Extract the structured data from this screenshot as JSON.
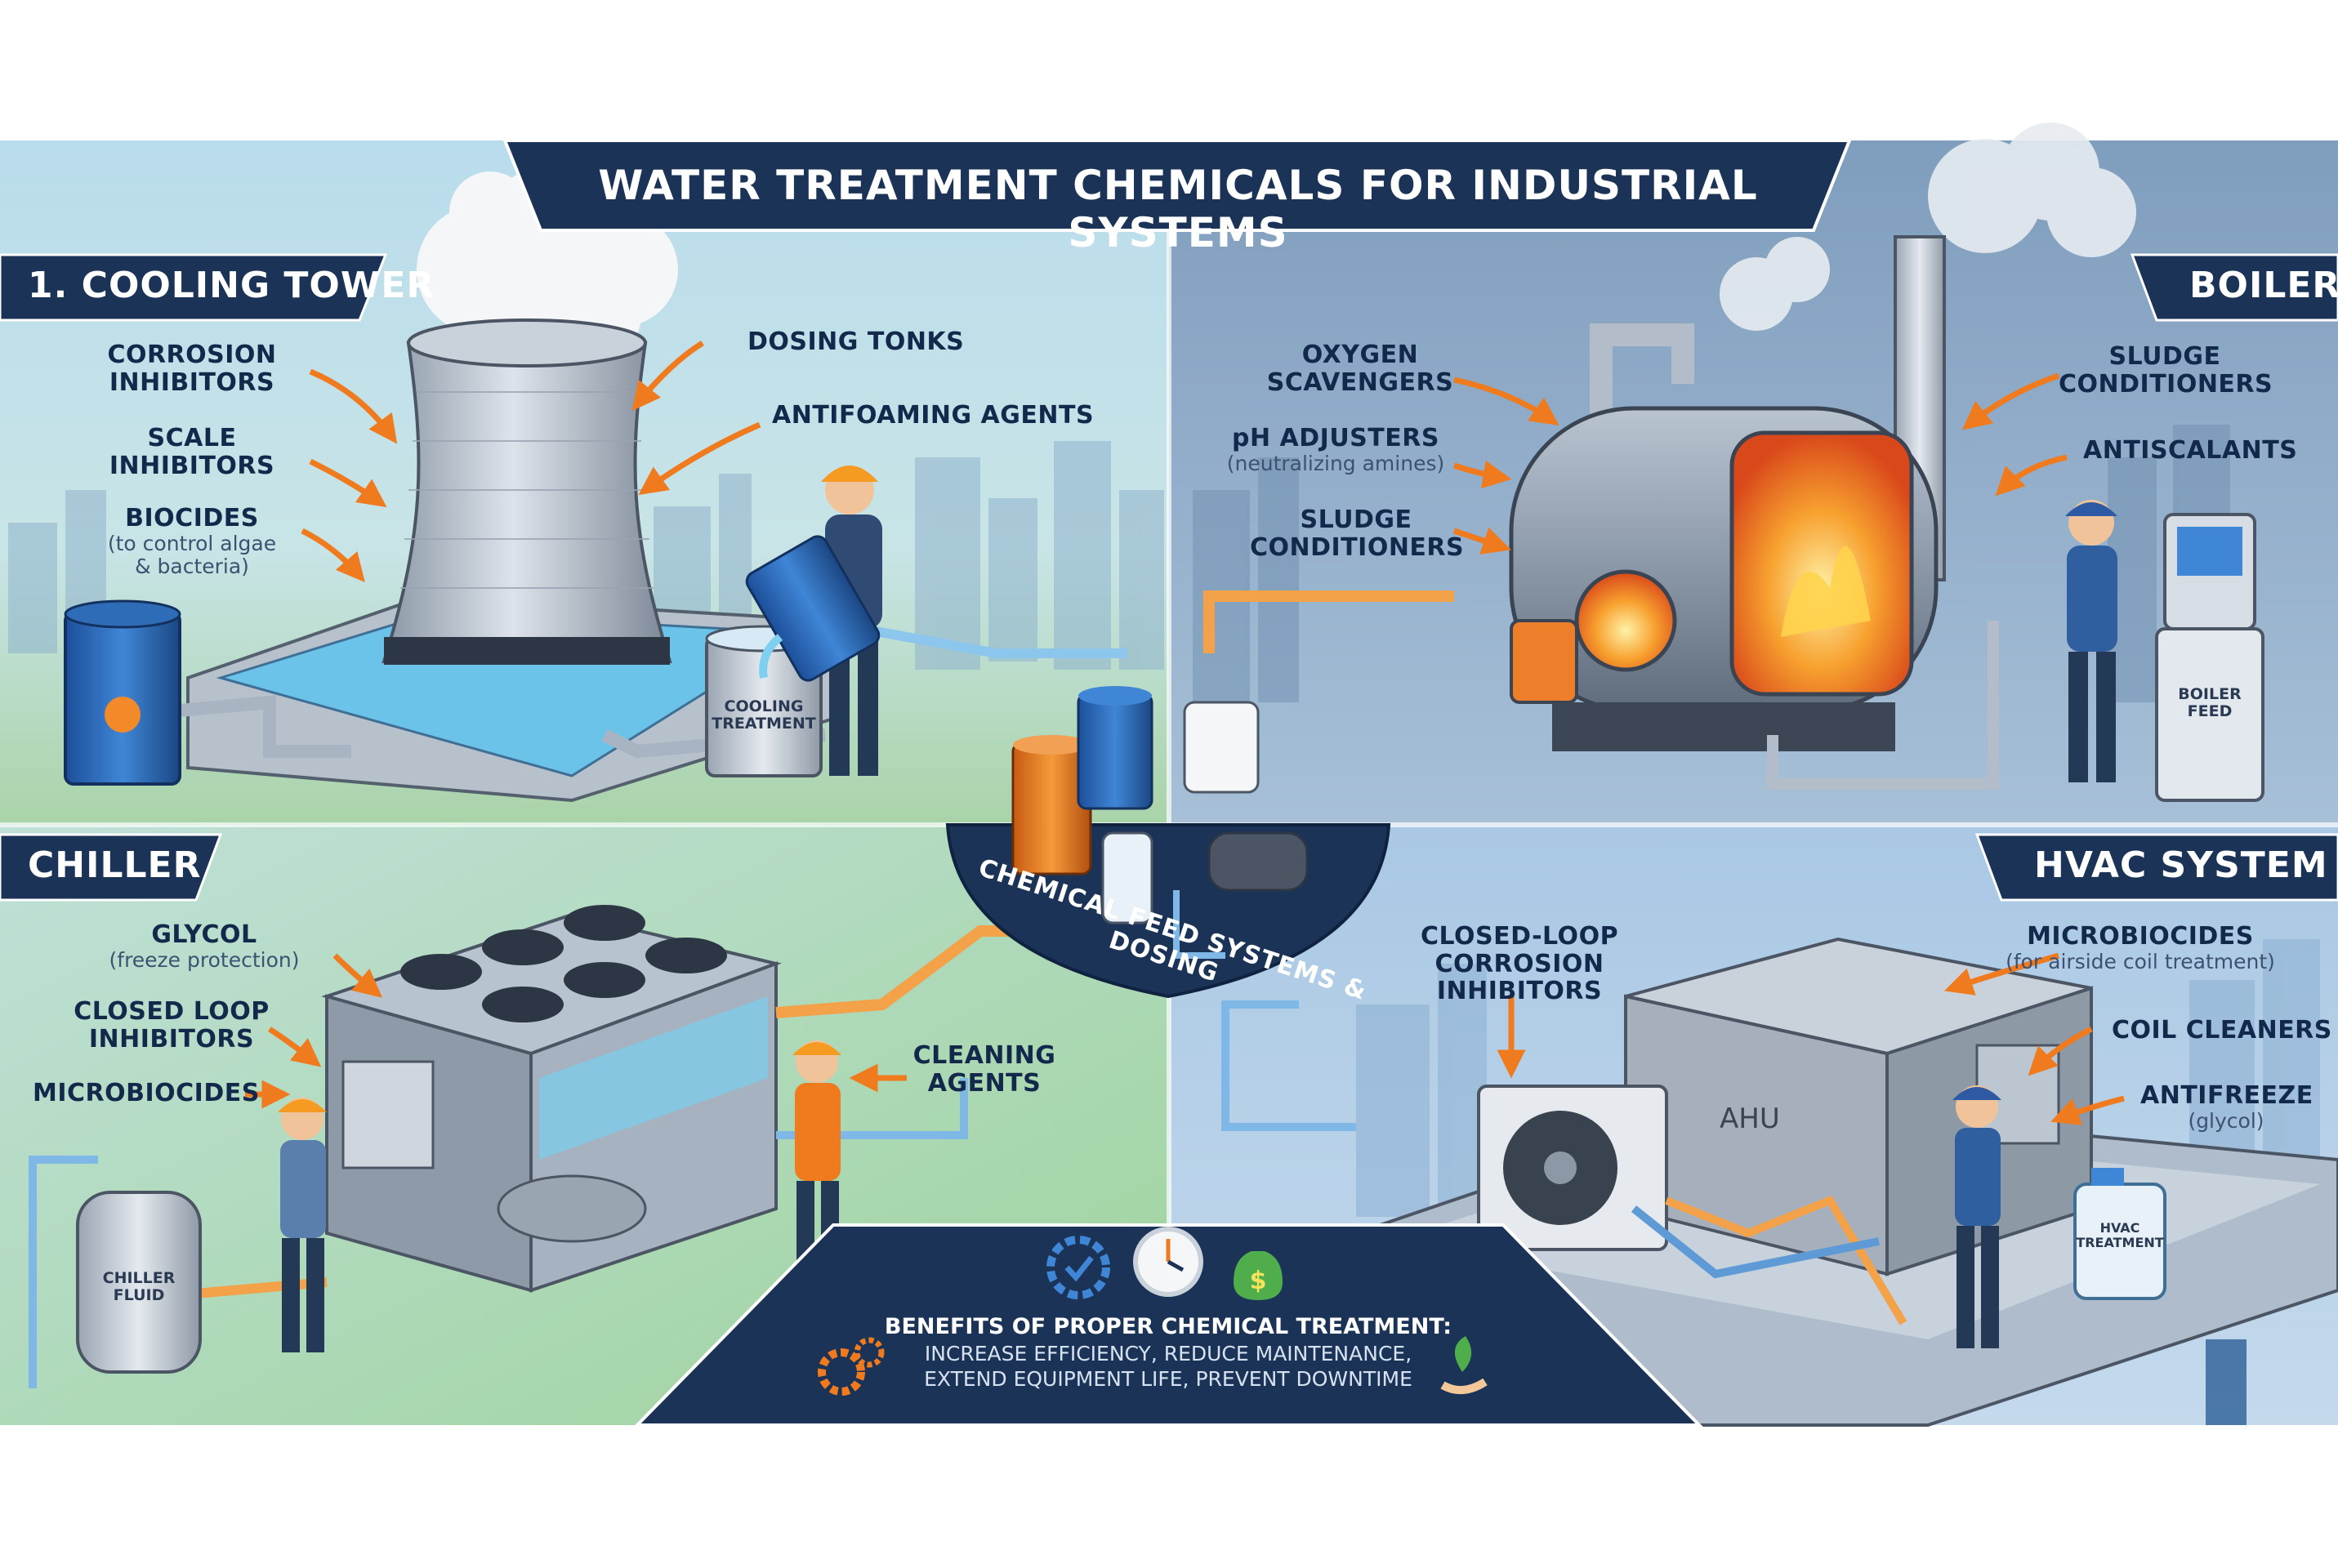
{
  "title": "WATER TREATMENT CHEMICALS FOR INDUSTRIAL SYSTEMS",
  "panels": {
    "cooling_tower": {
      "title": "1. COOLING TOWER",
      "labels": {
        "corrosion": "CORROSION\nINHIBITORS",
        "scale": "SCALE\nINHIBITORS",
        "biocides": "BIOCIDES",
        "biocides_sub": "(to control algae\n& bacteria)",
        "dosing": "DOSING TONKS",
        "antifoam": "ANTIFOAMING AGENTS"
      },
      "drum_text": "COOLING\nTREATMENT"
    },
    "boiler": {
      "title": "BOILER",
      "labels": {
        "oxygen": "OXYGEN\nSCAVENGERS",
        "ph": "pH ADJUSTERS",
        "ph_sub": "(neutralizing amines)",
        "sludge_left": "SLUDGE\nCONDITIONERS",
        "sludge_right": "SLUDGE\nCONDITIONERS",
        "antiscalants": "ANTISCALANTS"
      },
      "panel_text": "BOILER\nFEED"
    },
    "chiller": {
      "title": "CHILLER",
      "labels": {
        "glycol": "GLYCOL",
        "glycol_sub": "(freeze protection)",
        "closed_loop": "CLOSED LOOP\nINHIBITORS",
        "microbiocides": "MICROBIOCIDES",
        "cleaning": "CLEANING\nAGENTS"
      },
      "tank_text": "CHILLER\nFLUID"
    },
    "hvac": {
      "title": "HVAC SYSTEM",
      "labels": {
        "closed_loop": "CLOSED-LOOP\nCORROSION INHIBITORS",
        "microbiocides": "MICROBIOCIDES",
        "microbiocides_sub": "(for airside coil treatment)",
        "coil": "COIL CLEANERS",
        "antifreeze": "ANTIFREEZE",
        "antifreeze_sub": "(glycol)"
      },
      "ahu_text": "AHU",
      "jug_text": "HVAC\nTREATMENT"
    }
  },
  "center_label": "CHEMICAL FEED SYSTEMS & DOSING",
  "benefits": {
    "heading": "BENEFITS OF PROPER CHEMICAL TREATMENT:",
    "line1": "INCREASE EFFICIENCY, REDUCE MAINTENANCE,",
    "line2": "EXTEND EQUIPMENT LIFE, PREVENT DOWNTIME",
    "icons": [
      "gear-check-icon",
      "stopwatch-icon",
      "money-bag-icon",
      "gears-icon",
      "leaf-hand-icon"
    ]
  },
  "colors": {
    "navy": "#1b3356",
    "orange_arrow": "#f07b1f",
    "pipe_blue": "#7fb8e6",
    "pipe_orange": "#f3a24a"
  }
}
